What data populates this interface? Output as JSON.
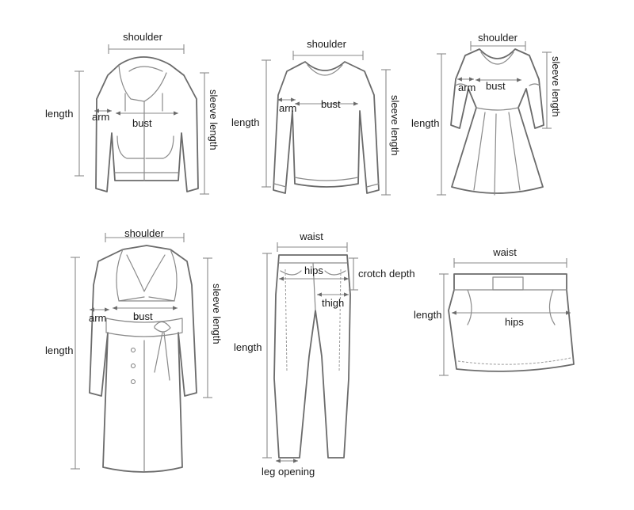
{
  "colors": {
    "outline": "#6b6b6b",
    "measure": "#8a8a8a",
    "text": "#1a1a1a",
    "background": "#ffffff"
  },
  "garments": {
    "hoodie": {
      "name_icon": "hoodie-icon",
      "shoulder": "shoulder",
      "length": "length",
      "arm": "arm",
      "bust": "bust",
      "sleeve_length": "sleeve length"
    },
    "sweater": {
      "name_icon": "sweater-icon",
      "shoulder": "shoulder",
      "length": "length",
      "arm": "arm",
      "bust": "bust",
      "sleeve_length": "sleeve length"
    },
    "dress": {
      "name_icon": "dress-icon",
      "shoulder": "shoulder",
      "length": "length",
      "arm": "arm",
      "bust": "bust",
      "sleeve_length": "sleeve length"
    },
    "coat": {
      "name_icon": "coat-icon",
      "shoulder": "shoulder",
      "length": "length",
      "arm": "arm",
      "bust": "bust",
      "sleeve_length": "sleeve length"
    },
    "pants": {
      "name_icon": "pants-icon",
      "waist": "waist",
      "hips": "hips",
      "crotch_depth": "crotch depth",
      "thigh": "thigh",
      "length": "length",
      "leg_opening": "leg opening"
    },
    "skirt": {
      "name_icon": "skirt-icon",
      "waist": "waist",
      "length": "length",
      "hips": "hips"
    }
  }
}
